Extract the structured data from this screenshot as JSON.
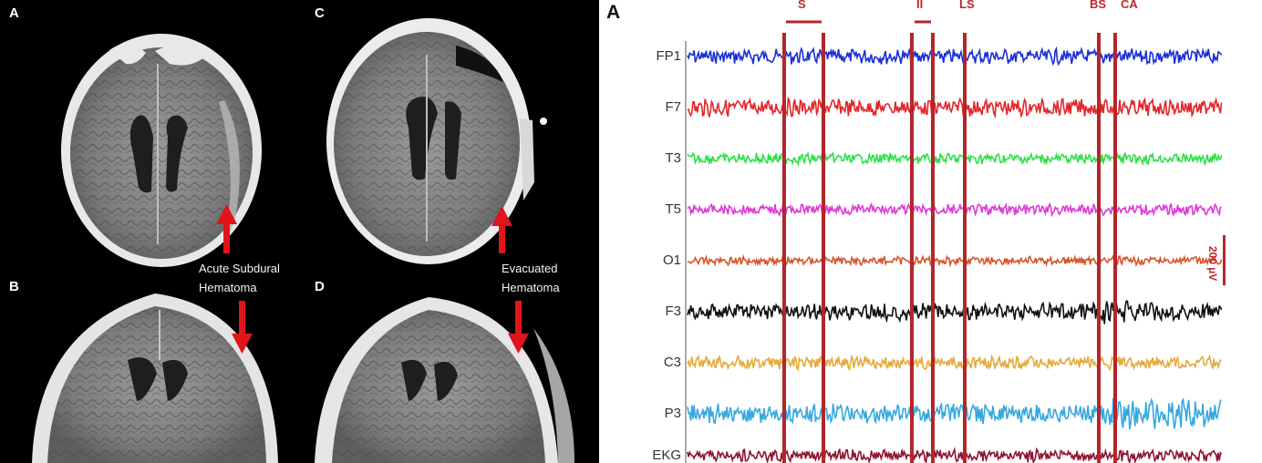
{
  "ct_panels": {
    "A": {
      "letter": "A",
      "annotation_line1": "Acute Subdural",
      "annotation_line2": "Hematoma"
    },
    "B": {
      "letter": "B"
    },
    "C": {
      "letter": "C",
      "annotation_line1": "Evacuated",
      "annotation_line2": "Hematoma"
    },
    "D": {
      "letter": "D"
    }
  },
  "eeg": {
    "panel_letter": "A",
    "channels": [
      {
        "label": "FP1",
        "color": "#1a2fd6"
      },
      {
        "label": "F7",
        "color": "#e3262a"
      },
      {
        "label": "T3",
        "color": "#2fe04a"
      },
      {
        "label": "T5",
        "color": "#e03ad8"
      },
      {
        "label": "O1",
        "color": "#d8542a"
      },
      {
        "label": "F3",
        "color": "#111111"
      },
      {
        "label": "C3",
        "color": "#e6a93a"
      },
      {
        "label": "P3",
        "color": "#36a8e0"
      },
      {
        "label": "EKG",
        "color": "#8e1530"
      }
    ],
    "events": [
      {
        "label": "S"
      },
      {
        "label": "II"
      },
      {
        "label": "LS"
      },
      {
        "label": "BS"
      },
      {
        "label": "CA"
      }
    ],
    "scale_bar_label": "200 µV",
    "marker_color": "#b3262b"
  }
}
